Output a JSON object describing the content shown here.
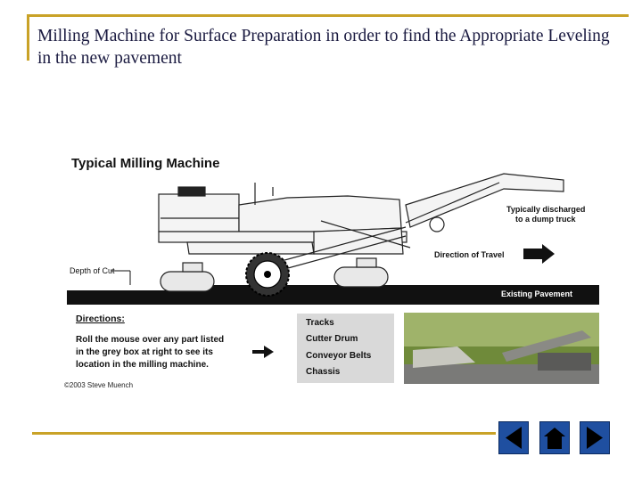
{
  "slide": {
    "title": "Milling Machine for Surface Preparation in order to find the Appropriate Leveling in the new pavement"
  },
  "diagram": {
    "heading": "Typical Milling Machine",
    "depth_of_cut_label": "Depth of Cut",
    "discharge_label_line1": "Typically discharged",
    "discharge_label_line2": "to a dump truck",
    "direction_label": "Direction of Travel",
    "existing_pavement_label": "Existing Pavement",
    "directions_heading": "Directions:",
    "directions_line1": "Roll the mouse over any part listed",
    "directions_line2": "in the grey box at right to see its",
    "directions_line3": "location in the milling machine.",
    "copyright": "©2003  Steve Muench",
    "parts": [
      "Tracks",
      "Cutter Drum",
      "Conveyor Belts",
      "Chassis"
    ]
  },
  "colors": {
    "accent": "#c9a227",
    "title_text": "#1a1a40",
    "nav_button": "#1f4fa0",
    "pavement": "#111111"
  },
  "nav": {
    "back_icon": "triangle-left-icon",
    "home_icon": "home-icon",
    "forward_icon": "triangle-right-icon"
  }
}
